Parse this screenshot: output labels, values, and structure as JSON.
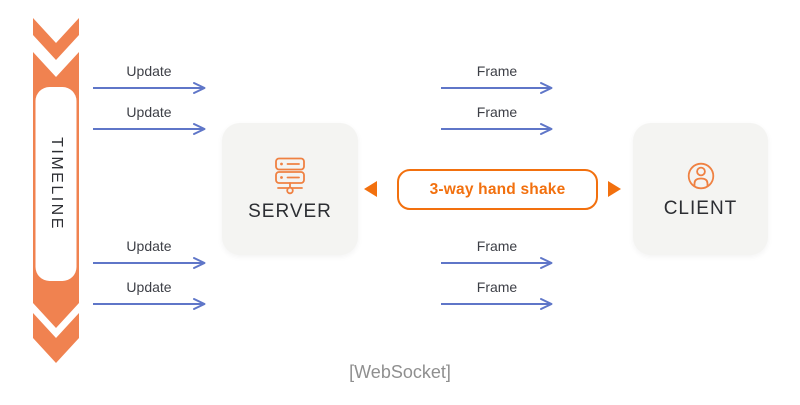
{
  "diagram": {
    "caption": "[WebSocket]",
    "timeline": {
      "label": "TIMELINE"
    },
    "server": {
      "label": "SERVER"
    },
    "client": {
      "label": "CLIENT"
    },
    "handshake": {
      "label": "3-way hand shake"
    },
    "messages": {
      "top_left": [
        "Update",
        "Update"
      ],
      "top_right": [
        "Frame",
        "Frame"
      ],
      "bottom_left": [
        "Update",
        "Update"
      ],
      "bottom_right": [
        "Frame",
        "Frame"
      ]
    },
    "icons": {
      "server": "server-rack-icon",
      "client": "user-circle-icon",
      "timeline_top": "double-chevron-down-icon",
      "timeline_bottom": "double-chevron-down-icon",
      "handshake_left": "triangle-left-icon",
      "handshake_right": "triangle-right-icon"
    },
    "colors": {
      "timeline_orange": "#f08250",
      "accent_orange": "#f2700e",
      "arrow_blue": "#5f76c8",
      "card_fill": "#f4f4f2",
      "text_dark": "#35373c",
      "caption_gray": "#8f8f8f"
    }
  }
}
